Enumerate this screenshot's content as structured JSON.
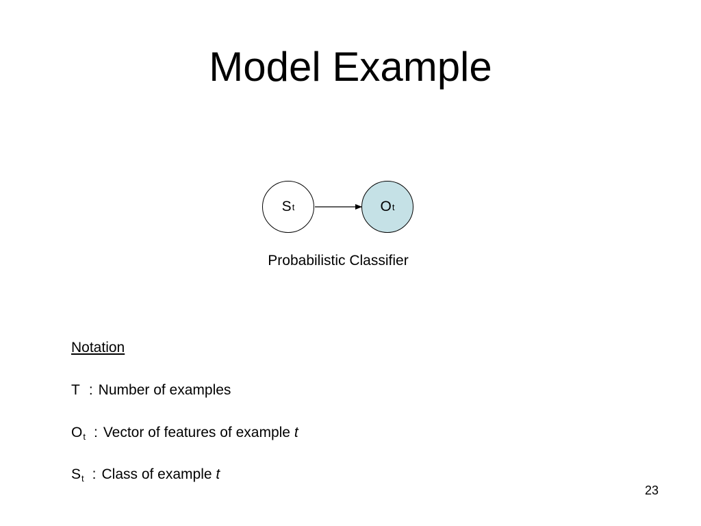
{
  "title": "Model Example",
  "colors": {
    "observed_fill": "#c5e1e6",
    "hidden_fill": "#ffffff",
    "stroke": "#000000"
  },
  "diagram": {
    "nodes": [
      {
        "letter": "S",
        "sub": "t"
      },
      {
        "letter": "O",
        "sub": "t"
      }
    ],
    "caption": "Probabilistic Classifier"
  },
  "notation": {
    "heading": "Notation",
    "rows": [
      {
        "symbol": "T",
        "sub": "",
        "sep": ":",
        "desc": "Number of examples",
        "var": ""
      },
      {
        "symbol": "O",
        "sub": "t",
        "sep": ":",
        "desc": "Vector of features of example ",
        "var": "t"
      },
      {
        "symbol": "S",
        "sub": "t",
        "sep": ":",
        "desc": "Class of example ",
        "var": "t"
      }
    ]
  },
  "page_number": "23"
}
